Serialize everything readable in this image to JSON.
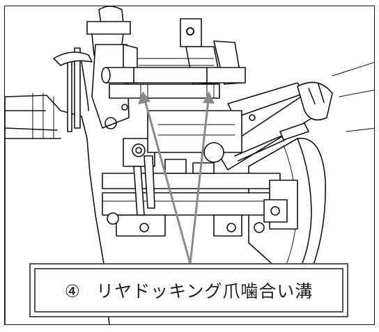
{
  "callout": {
    "number": "④",
    "label": "リヤドッキング爪噛合い溝"
  },
  "colors": {
    "line": "#111111",
    "arrow": "#8a8a8a",
    "caption_border": "#555555"
  },
  "icons": {
    "drawing": "rear-docking-mechanism-line-drawing",
    "arrows": "callout-arrow"
  }
}
